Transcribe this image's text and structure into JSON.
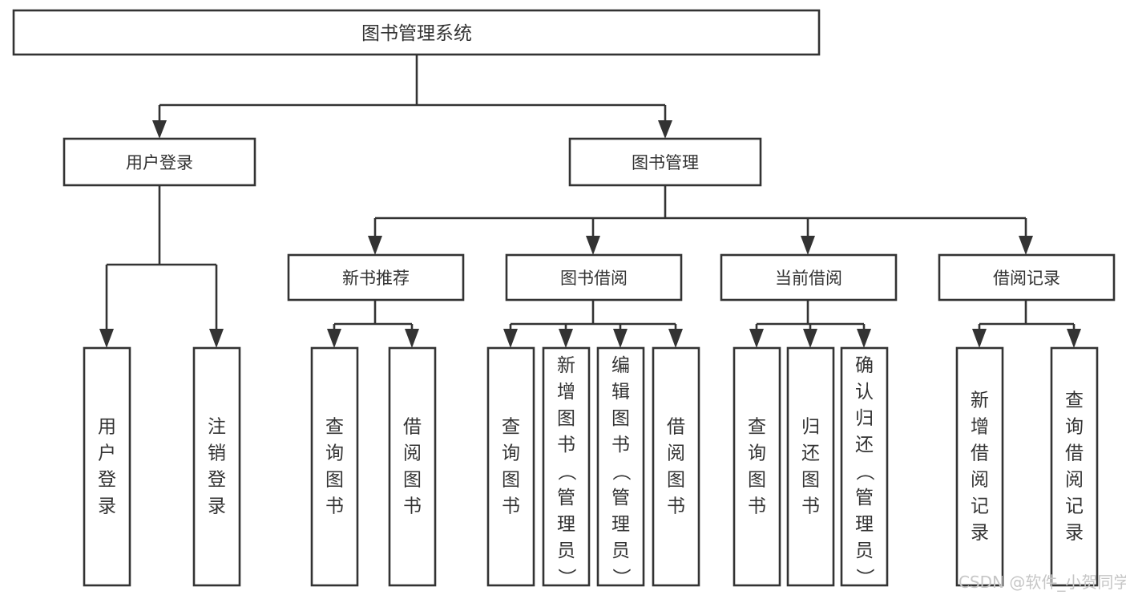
{
  "diagram": {
    "type": "tree-hierarchy-chart",
    "title": "图书管理系统",
    "root": {
      "id": "root",
      "label": "图书管理系统",
      "orientation": "horizontal"
    },
    "level2": [
      {
        "id": "user-login",
        "label": "用户登录",
        "orientation": "horizontal"
      },
      {
        "id": "book-manage",
        "label": "图书管理",
        "orientation": "horizontal"
      }
    ],
    "level3": [
      {
        "id": "new-book-recommend",
        "label": "新书推荐",
        "orientation": "horizontal",
        "parent": "book-manage"
      },
      {
        "id": "book-borrow",
        "label": "图书借阅",
        "orientation": "horizontal",
        "parent": "book-manage"
      },
      {
        "id": "current-borrow",
        "label": "当前借阅",
        "orientation": "horizontal",
        "parent": "book-manage"
      },
      {
        "id": "borrow-record",
        "label": "借阅记录",
        "orientation": "horizontal",
        "parent": "book-manage"
      }
    ],
    "leaves": [
      {
        "id": "leaf-user-login",
        "label": "用户登录",
        "orientation": "vertical",
        "parent": "user-login"
      },
      {
        "id": "leaf-user-logout",
        "label": "注销登录",
        "orientation": "vertical",
        "parent": "user-login"
      },
      {
        "id": "leaf-query-book-1",
        "label": "查询图书",
        "orientation": "vertical",
        "parent": "new-book-recommend"
      },
      {
        "id": "leaf-borrow-book-1",
        "label": "借阅图书",
        "orientation": "vertical",
        "parent": "new-book-recommend"
      },
      {
        "id": "leaf-query-book-2",
        "label": "查询图书",
        "orientation": "vertical",
        "parent": "book-borrow"
      },
      {
        "id": "leaf-add-book",
        "label": "新增图书（管理员）",
        "orientation": "vertical",
        "parent": "book-borrow"
      },
      {
        "id": "leaf-edit-book",
        "label": "编辑图书（管理员）",
        "orientation": "vertical",
        "parent": "book-borrow"
      },
      {
        "id": "leaf-borrow-book-2",
        "label": "借阅图书",
        "orientation": "vertical",
        "parent": "book-borrow"
      },
      {
        "id": "leaf-query-book-3",
        "label": "查询图书",
        "orientation": "vertical",
        "parent": "current-borrow"
      },
      {
        "id": "leaf-return-book",
        "label": "归还图书",
        "orientation": "vertical",
        "parent": "current-borrow"
      },
      {
        "id": "leaf-confirm-return",
        "label": "确认归还（管理员）",
        "orientation": "vertical",
        "parent": "current-borrow"
      },
      {
        "id": "leaf-add-record",
        "label": "新增借阅记录",
        "orientation": "vertical",
        "parent": "borrow-record"
      },
      {
        "id": "leaf-query-record",
        "label": "查询借阅记录",
        "orientation": "vertical",
        "parent": "borrow-record"
      }
    ],
    "colors": {
      "stroke": "#333333",
      "fill": "#ffffff",
      "background": "#ffffff",
      "watermark": "#c6c6c6"
    }
  },
  "watermark": {
    "text": "CSDN @软件_小贺同学"
  }
}
